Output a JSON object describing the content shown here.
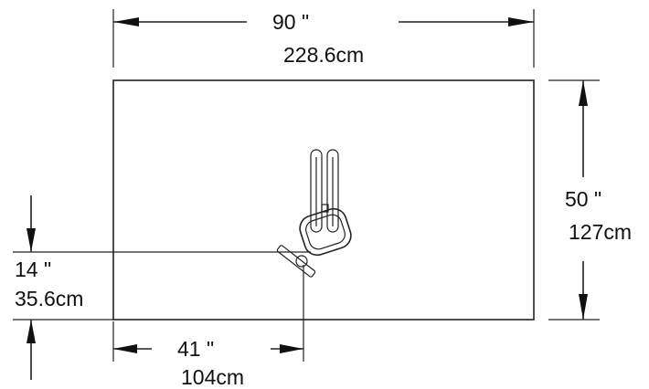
{
  "dimensions": {
    "width": {
      "inches": "90 \"",
      "cm": "228.6cm"
    },
    "depth": {
      "inches": "50 \"",
      "cm": "127cm"
    },
    "offset_vertical": {
      "inches": "14 \"",
      "cm": "35.6cm"
    },
    "offset_horizontal": {
      "inches": "41 \"",
      "cm": "104cm"
    }
  },
  "colors": {
    "line": "#222222",
    "text": "#111111",
    "background": "#ffffff"
  }
}
